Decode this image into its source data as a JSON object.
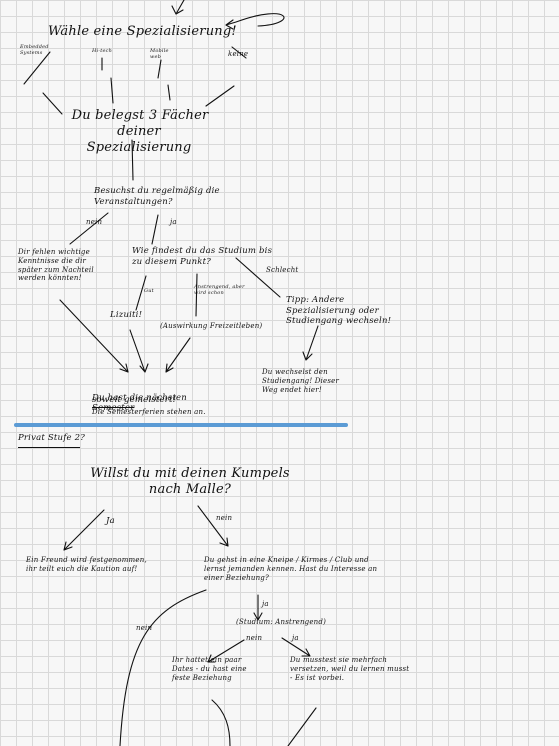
{
  "top": {
    "question": "Wähle eine Spezialisierung!",
    "options": [
      "Embedded Systems",
      "Hi-tech",
      "Mobile web",
      "keine"
    ],
    "result_line1": "Du belegst 3 Fächer",
    "result_line2": "deiner Spezialisierung"
  },
  "attendance": {
    "question": "Besuchst du regelmäßig die Veranstaltungen?",
    "no": "nein",
    "yes": "ja"
  },
  "missing": {
    "text": "Dir fehlen wichtige Kenntnisse die dir später zum Nachteil werden könnten!"
  },
  "rating": {
    "question": "Wie findest du das Studium bis zu diesem Punkt?",
    "good": "Gut",
    "effort": "Anstrengend, aber wird schon",
    "bad": "Schlecht",
    "result_good": "Lizuiti!",
    "result_effort": "(Auswirkung Freizeitleben)"
  },
  "tip": {
    "text": "Tipp: Andere Spezialisierung oder Studiengang wechseln!"
  },
  "switch": {
    "text": "Du wechselst den Studiengang! Dieser Weg endet hier!"
  },
  "semester": {
    "line1": "Du hast die nächsten",
    "line1_struck": "Semester",
    "line2": "soweit gemeistert!",
    "line3": "Die Semesterferien stehen an."
  },
  "section": {
    "label": "Privat Stufe 2?"
  },
  "malle": {
    "question": "Willst du mit deinen Kumpels nach Malle?",
    "yes": "Ja",
    "no": "nein"
  },
  "friend": {
    "text": "Ein Freund wird festgenommen, ihr teilt euch die Kaution auf!"
  },
  "bar": {
    "text": "Du gehst in eine Kneipe / Kirmes / Club und lernst jemanden kennen. Hast du Interesse an einer Beziehung?",
    "yes": "ja",
    "no": "nein",
    "status": "(Studium: Anstrengend)"
  },
  "dates": {
    "no": "nein",
    "yes": "ja",
    "text_no": "Ihr hattet ein paar Dates - du hast eine feste Beziehung",
    "text_yes": "Du musstest sie mehrfach versetzen, weil du lernen musst - Es ist vorbei."
  }
}
